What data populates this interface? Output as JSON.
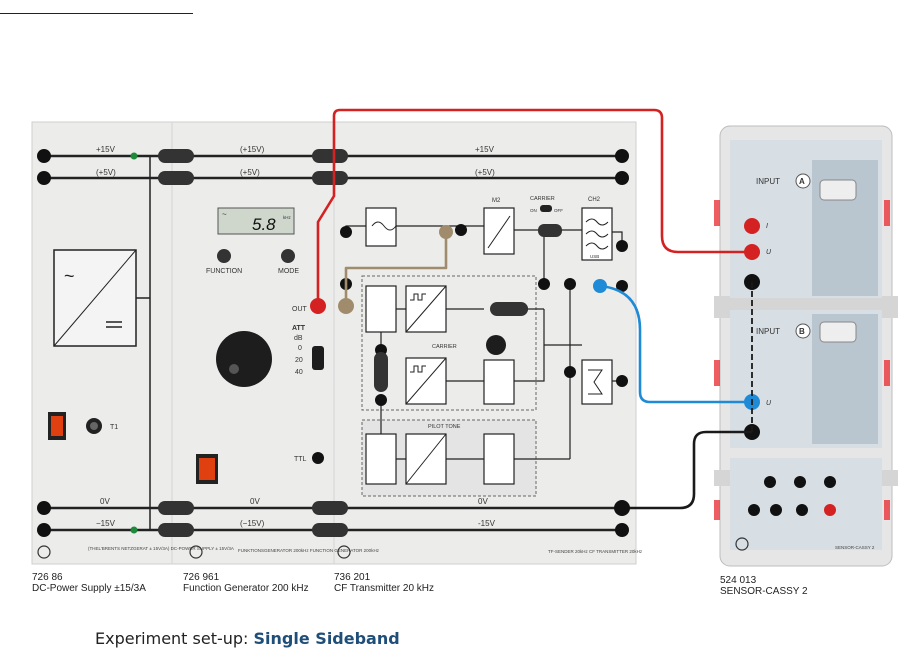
{
  "labels": {
    "rail_p15v": "+15V",
    "rail_p5v_left": "(+5V)",
    "rail_p15v_fg": "(+15V)",
    "rail_p5v_fg": "(+5V)",
    "rail_p15v_cf": "+15V",
    "rail_p5v_cf": "(+5V)",
    "rail_0v_left": "0V",
    "rail_0v_fg": "0V",
    "rail_0v_cf": "0V",
    "rail_m15v_left": "−15V",
    "rail_m15v_fg": "(−15V)",
    "rail_m15v_cf": "-15V",
    "fg_display": "5.8",
    "fg_display_unit": "kHz",
    "fg_function": "FUNCTION",
    "fg_mode": "MODE",
    "fg_out": "OUT",
    "fg_ttl": "TTL",
    "fg_att": "ATT",
    "fg_db": "dB",
    "fg_att_values": [
      "0",
      "20",
      "40"
    ],
    "cf_m2": "M2",
    "cf_carrier": "CARRIER",
    "cf_on": "ON",
    "cf_off": "OFF",
    "cf_ch2": "CH2",
    "cf_usb": "USB",
    "cf_carrier_block": "CARRIER",
    "cf_pilot": "PILOT TONE",
    "cassy_input_a": "INPUT",
    "cassy_letter_a": "A",
    "cassy_input_b": "INPUT",
    "cassy_letter_b": "B",
    "cassy_u": "U",
    "cassy_i": "I",
    "psu_fuse": "T1",
    "psu_footer": "(THEL’BRENTS NETZGERAT ± 15V/3A)   DC-POWER SUPPLY ± 15V/3A",
    "fg_footer": "FUNKTIONSGENERATOR 200kHz   FUNCTION GENERATOR 200kHz",
    "cf_footer": "TF-SENDER 20kHz   CF TRANSMITTER 20kHz",
    "cassy_footer": "SENSOR-CASSY 2"
  },
  "captions": {
    "psu_number": "726 86",
    "psu_name": "DC-Power Supply ±15/3A",
    "fg_number": "726 961",
    "fg_name": "Function Generator 200 kHz",
    "cf_number": "736 201",
    "cf_name": "CF Transmitter 20 kHz",
    "cassy_number": "524 013",
    "cassy_name": "SENSOR-CASSY 2"
  },
  "title": {
    "prefix": "Experiment set-up: ",
    "name": "Single Sideband"
  },
  "colors": {
    "wire_red": "#d42222",
    "wire_blue": "#1f8ad6",
    "wire_black": "#1a1a1a",
    "wire_tan": "#a08c6c",
    "panel": "#ececea",
    "cassy_panel": "#b9c5cf",
    "title_accent": "#1f4e79"
  }
}
